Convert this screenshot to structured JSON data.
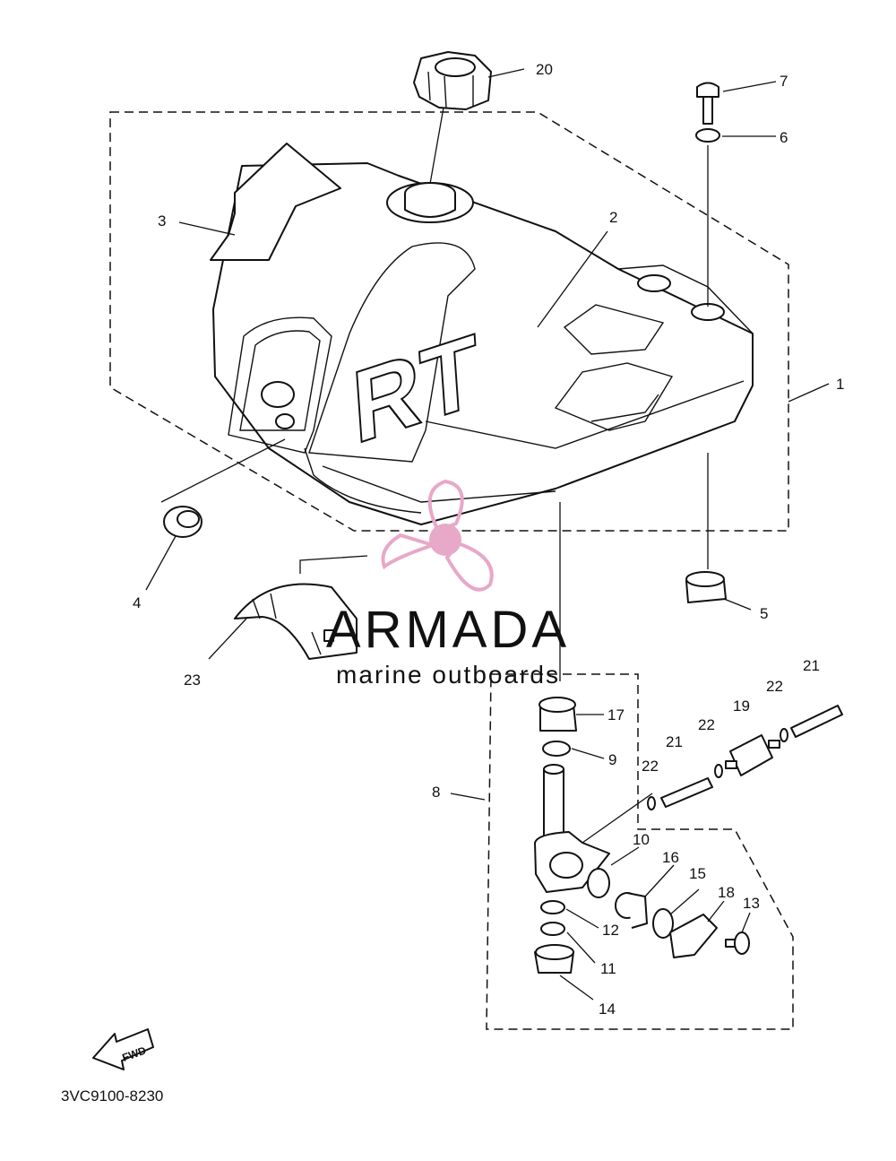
{
  "diagram": {
    "drawing_code": "3VC9100-8230",
    "fwd_label": "FWD",
    "watermark": {
      "brand": "ARMADA",
      "tagline": "marine outboards",
      "color": "#e8a8c8"
    },
    "callouts": [
      "1",
      "2",
      "3",
      "4",
      "5",
      "6",
      "7",
      "8",
      "9",
      "10",
      "11",
      "12",
      "13",
      "14",
      "15",
      "16",
      "17",
      "18",
      "19",
      "20",
      "21",
      "21",
      "22",
      "22",
      "22",
      "23"
    ],
    "tank_graphic_letters": "RT"
  }
}
